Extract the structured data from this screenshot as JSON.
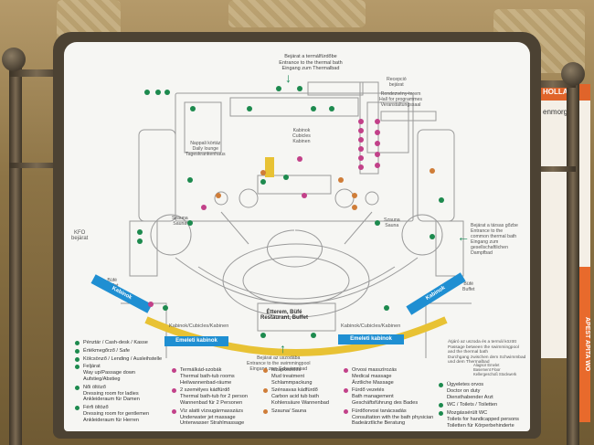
{
  "poster": {
    "title": "HOLLAND",
    "line1": "enmorgent",
    "side_text": "APEST APITA WO"
  },
  "map": {
    "entrance_top": "Bejárat a termálfürdőbe\nEntrance to the thermal bath\nEingang zum Thermalbad",
    "reception": "Recepció\nbejárat",
    "rendezvény": "Rendezvény-terem\nHall for programmes\nVeranstaltungssaal",
    "nappali": "Nappali körtáz\nDaily lounge\nTageskrankenhaus",
    "kabinok_top": "Kabinok\nCubicles\nKabinen",
    "szauna_left": "Szauna\nSauna",
    "szauna_right": "Szauna\nSauna",
    "kfo": "KFO\nbejárat",
    "entrance_right": "Bejárat a társas gőzbe\nEntrance to the\ncommon thermal bath\nEingang zum\ngesellschaftlichen Dampfbad",
    "kabinok_left": "Kabinok",
    "kabinok_right": "Kabinok",
    "bufe_left": "Büfé\nBuffet",
    "bufe_right": "Büfé\nBuffet",
    "cubicles_left": "Kabinok/Cubicles/Kabinen",
    "cubicles_right": "Kabinok/Cubicles/Kabinen",
    "elevator_left": "Emeleti kabinok",
    "elevator_right": "Emeleti kabinok",
    "restaurant": "Étterem, Büfé\nRestaurant, Buffet",
    "entrance_bottom": "Bejárat az uszodába\nEntrance to the swimmingpool\nEingang zum Schwimmbad",
    "passage_right": "Átjáró az uszoda és a termál között\nPassage between the swimmingpool\nand the thermal bath\nDurchgang zwischen dem Schwimmbad\nund dem Thermalbad",
    "key_label": "Alagsor  Emelet\nBasement  Floor\nKellergeschoß  Stockwerk"
  },
  "legend": {
    "col1": [
      {
        "color": "green",
        "text": "Pénztár / Cash-desk / Kasse"
      },
      {
        "color": "green",
        "text": "Értékmegőrző / Safe"
      },
      {
        "color": "green",
        "text": "Kölcsönző / Lending / Ausleihstelle"
      },
      {
        "color": "green",
        "text": "Feljárat\nWay up/Passage down\nAufstieg/Abstieg"
      },
      {
        "color": "green",
        "text": "Női öltöző\nDressing room for ladies\nAnkleideraum für Damen"
      },
      {
        "color": "green",
        "text": "Férfi öltöző\nDressing room for gentlemen\nAnkleideraum für Herren"
      }
    ],
    "col2": [
      {
        "color": "pink",
        "text": "Termálkád-szobák\nThermal bath-tub rooms\nHeilwannenbad-räume"
      },
      {
        "color": "pink",
        "text": "2 személyes kádfürdő\nThermal bath-tub for 2 person\nWannenbad für 2 Personen"
      },
      {
        "color": "pink",
        "text": "Víz alatti vízsugármasszázs\nUnderwater jet massage\nUnterwasser Strahlmassage"
      }
    ],
    "col3": [
      {
        "color": "orange",
        "text": "Iszapkezelés\nMud treatment\nSchlammpackung"
      },
      {
        "color": "orange",
        "text": "Szénsavas kádfürdő\nCarbon acid tub bath\nKohlensäure Wannenbad"
      },
      {
        "color": "orange",
        "text": "Szauna/ Sauna"
      }
    ],
    "col4": [
      {
        "color": "pink",
        "text": "Orvosi masszírozás\nMedical massage\nÄrztliche Massage"
      },
      {
        "color": "pink",
        "text": "Fürdő vezetés\nBath management\nGeschäftsführung des Bades"
      },
      {
        "color": "pink",
        "text": "Fürdőorvosi tanácsadás\nConsultation with the bath physician\nBadeärztliche Beratung"
      }
    ],
    "col5": [
      {
        "color": "green",
        "text": "Ügyeletes orvos\nDoctor on duty\nDiensthabender Arzt"
      },
      {
        "color": "green",
        "text": "WC / Toilets / Toiletten"
      },
      {
        "color": "green",
        "text": "Mozgássérült WC\nToilets for handicapped persons\nToiletten für Körperbehinderte"
      }
    ]
  }
}
